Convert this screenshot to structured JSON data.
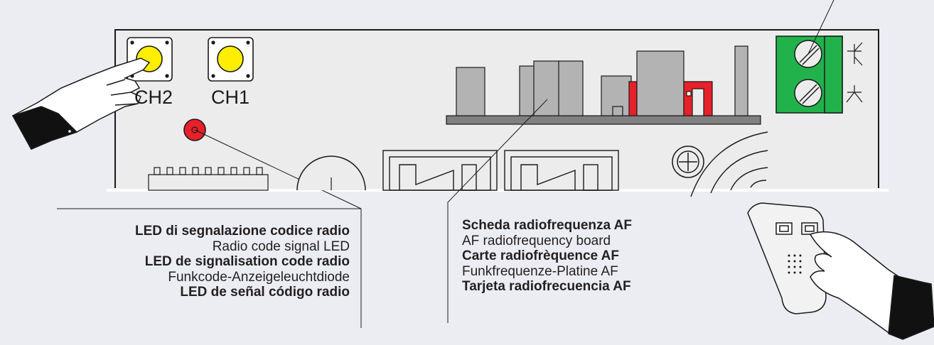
{
  "buttons": {
    "ch2": "CH2",
    "ch1": "CH1"
  },
  "captions": {
    "led": [
      {
        "text": "LED di segnalazione codice radio",
        "bold": true
      },
      {
        "text": "Radio code signal LED",
        "bold": false
      },
      {
        "text": "LED de signalisation code radio",
        "bold": true
      },
      {
        "text": "Funkcode-Anzeigeleuchtdiode",
        "bold": false
      },
      {
        "text": "LED de señal código radio",
        "bold": true
      }
    ],
    "af": [
      {
        "text": "Scheda radiofrequenza AF",
        "bold": true
      },
      {
        "text": "AF radiofrequency board",
        "bold": false
      },
      {
        "text": "Carte radiofrèquence AF",
        "bold": true
      },
      {
        "text": "Funkfrequenze-Platine AF",
        "bold": false
      },
      {
        "text": "Tarjeta radiofrecuencia AF",
        "bold": true
      }
    ]
  },
  "colors": {
    "button_cap": "#ffee00",
    "led": "#e8202a",
    "terminal_block": "#22b24c",
    "connector": "#e8202a",
    "component_gray": "#b3b3b3",
    "board": "#ececec"
  }
}
